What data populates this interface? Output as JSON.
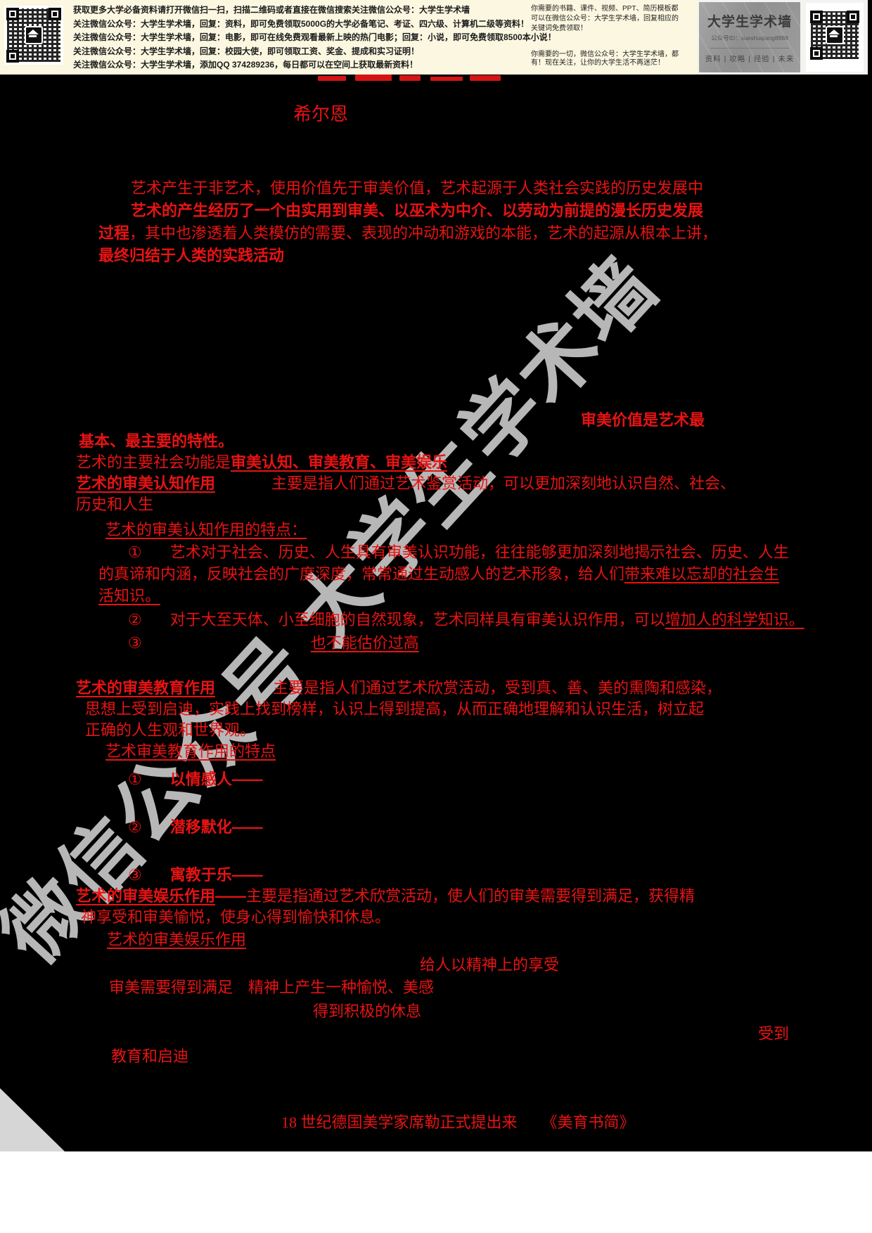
{
  "watermark": "微信公众号 大学生学术墙",
  "colors": {
    "page_background": "#000000",
    "text_red": "#e91313",
    "banner_background": "#fbf7e0",
    "watermark_gray": "#b7b7b7",
    "card_gray": "#979797"
  },
  "banner": {
    "lines": [
      "获取更多大学必备资料请打开微信扫一扫，扫描二维码或者直接在微信搜索关注微信公众号：大学生学术墙",
      "关注微信公众号：大学生学术墙，回复：资料，即可免费领取5000G的大学必备笔记、考证、四六级、计算机二级等资料！",
      "关注微信公众号：大学生学术墙，回复：电影，即可在线免费观看最新上映的热门电影；回复：小说，即可免费领取8500本小说！",
      "关注微信公众号：大学生学术墙，回复：校园大使，即可领取工资、奖金、提成和实习证明！",
      "关注微信公众号：大学生学术墙，添加QQ 374289236，每日都可以在空间上获取最新资料！"
    ],
    "note_top": "你需要的书籍、课件、视频、PPT、简历模板都可以在微信公众号：大学生学术墙，回复相应的关键词免费领取！",
    "note_bottom": "你需要的一切，微信公众号：大学生学术墙，都有！现在关注，让你的大学生活不再迷茫！",
    "card": {
      "title": "大学生学术墙",
      "id": "公众号ID：xueshuqiang8888",
      "tagline": "资料 | 攻略 | 经验 | 未来"
    }
  },
  "marks": {
    "n1": "①",
    "n2": "②",
    "n3": "③"
  },
  "body": {
    "author": "希尔恩",
    "p1": "艺术产生于非艺术，使用价值先于审美价值，艺术起源于人类社会实践的历史发展中",
    "p2": "艺术的产生经历了一个由实用到审美、以巫术为中介、以劳动为前提的漫长历史发展",
    "p3_bold": "过程",
    "p3_rest": "，其中也渗透着人类模仿的需要、表现的冲动和游戏的本能，艺术的起源从根本上讲，",
    "p4": "最终归结于人类的实践活动",
    "value_right": "审美价值是艺术最",
    "value_left": "基本、最主要的特性。",
    "functions_prefix": "艺术的主要社会功能是",
    "functions_bold": "审美认知、审美教育、审美娱乐",
    "cognition_heading": "艺术的审美认知作用",
    "cognition_text1": "主要是指人们通过艺术鉴赏活动，可以更加深刻地认识自然、社会、",
    "cognition_text2": "历史和人生",
    "cognition_points_heading": "艺术的审美认知作用的特点：",
    "point1_line1": "艺术对于社会、历史、人生具有审美认识功能，往往能够更加深刻地揭示社会、历史、人生",
    "point1_line2_plain": "的真谛和内涵，反映社会的广度深度，常常通过生动感人的艺术形象，给人们",
    "point1_line2_underline": "带来难以忘却的社会生",
    "point1_line3_underline": "活知识。",
    "point2_plain": "对于大至天体、小至细胞的自然现象，艺术同样具有审美认识作用，可以",
    "point2_underline": "增加人的科学知识。",
    "point3_underline": "也不能估价过高",
    "education_heading": "艺术的审美教育作用",
    "education_text1": "主要是指人们通过艺术欣赏活动，受到真、善、美的熏陶和感染，",
    "education_text2": "思想上受到启迪，实践上找到榜样，认识上得到提高，从而正确地理解和认识生活，树立起",
    "education_text3": "正确的人生观和世界观。",
    "education_points_heading": "艺术审美教育作用的特点",
    "edu_point1": "以情感人——",
    "edu_point2": "潜移默化——",
    "edu_point3": "寓教于乐——",
    "entertain_heading": "艺术的审美娱乐作用",
    "entertain_dash": "——",
    "entertain_text1": "主要是指通过艺术欣赏活动，使人们的审美需要得到满足，获得精",
    "entertain_text2": "神享受和审美愉悦，使身心得到愉快和休息。",
    "entertain_sub_heading": "艺术的审美娱乐作用",
    "float_spirit": "给人以精神上的享受",
    "float_need": "审美需要得到满足",
    "float_pleasure": "精神上产生一种愉悦、美感",
    "float_rest": "得到积极的休息",
    "float_receive": "受到",
    "float_edu": "教育和启迪",
    "footer_text": "18 世纪德国美学家席勒正式提出来",
    "footer_book": "《美育书简》"
  }
}
